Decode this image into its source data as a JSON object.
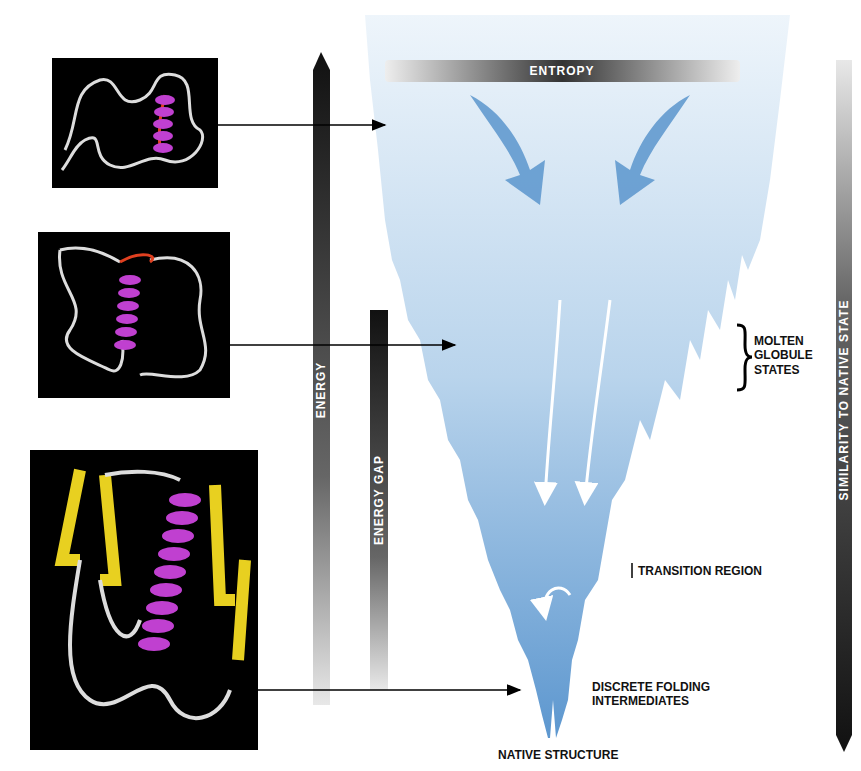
{
  "diagram": {
    "labels": [
      "ENTROPY",
      "ENERGY",
      "ENERGY GAP",
      "SIMILARITY TO NATIVE STATE",
      "MOLTEN GLOBULE STATES",
      "TRANSITION REGION",
      "DISCRETE FOLDING INTERMEDIATES",
      "NATIVE STRUCTURE"
    ]
  }
}
